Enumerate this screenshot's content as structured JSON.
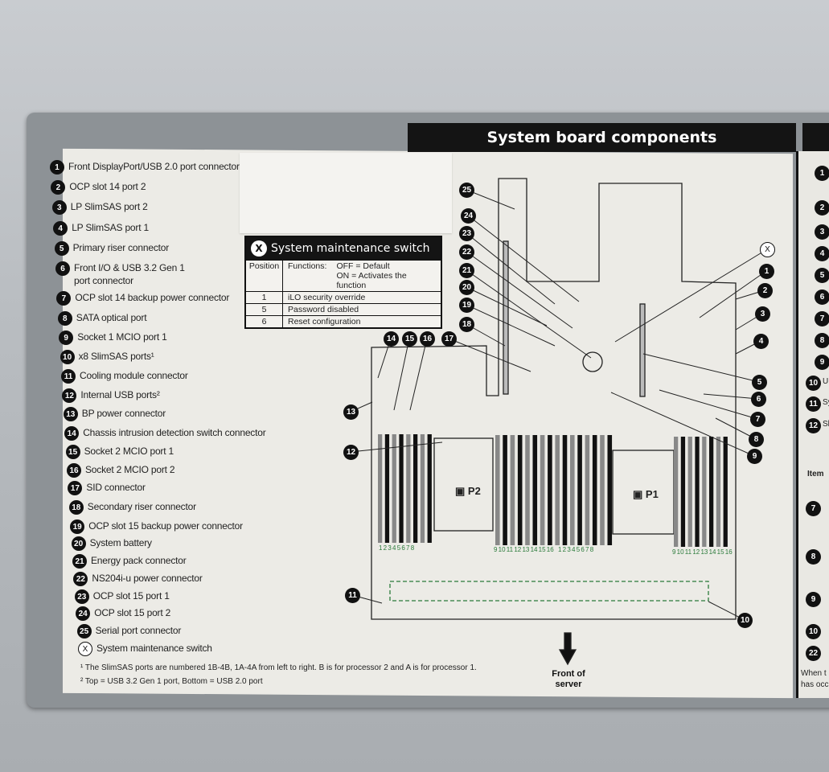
{
  "header": {
    "title": "System board components"
  },
  "legend": [
    {
      "n": "1",
      "label": "Front DisplayPort/USB 2.0 port connector"
    },
    {
      "n": "2",
      "label": "OCP slot 14 port 2"
    },
    {
      "n": "3",
      "label": "LP SlimSAS port 2"
    },
    {
      "n": "4",
      "label": "LP SlimSAS port 1"
    },
    {
      "n": "5",
      "label": "Primary riser connector"
    },
    {
      "n": "6",
      "label": "Front I/O & USB 3.2 Gen 1",
      "label2": "port connector"
    },
    {
      "n": "7",
      "label": "OCP slot 14 backup power connector"
    },
    {
      "n": "8",
      "label": "SATA optical port"
    },
    {
      "n": "9",
      "label": "Socket 1 MCIO port 1"
    },
    {
      "n": "10",
      "label": "x8 SlimSAS ports¹"
    },
    {
      "n": "11",
      "label": "Cooling module connector"
    },
    {
      "n": "12",
      "label": "Internal USB ports²"
    },
    {
      "n": "13",
      "label": "BP power connector"
    },
    {
      "n": "14",
      "label": "Chassis intrusion detection switch connector"
    },
    {
      "n": "15",
      "label": "Socket 2 MCIO port 1"
    },
    {
      "n": "16",
      "label": "Socket 2 MCIO port 2"
    },
    {
      "n": "17",
      "label": "SID connector"
    },
    {
      "n": "18",
      "label": "Secondary riser connector"
    },
    {
      "n": "19",
      "label": "OCP slot 15 backup power connector"
    },
    {
      "n": "20",
      "label": "System battery"
    },
    {
      "n": "21",
      "label": "Energy pack connector"
    },
    {
      "n": "22",
      "label": "NS204i-u power connector"
    },
    {
      "n": "23",
      "label": "OCP slot 15 port 1"
    },
    {
      "n": "24",
      "label": "OCP slot 15 port 2"
    },
    {
      "n": "25",
      "label": "Serial port connector"
    },
    {
      "n": "X",
      "label": "System maintenance switch"
    }
  ],
  "footnotes": [
    "¹ The SlimSAS ports are numbered 1B-4B, 1A-4A from left to right. B is for processor 2 and A is for processor 1.",
    "² Top = USB 3.2 Gen 1 port, Bottom = USB 2.0 port"
  ],
  "switch_table": {
    "icon": "X",
    "title": "System maintenance switch",
    "col_position": "Position",
    "col_functions": "Functions:",
    "off": "OFF = Default",
    "on": "ON = Activates the function",
    "rows": [
      {
        "pos": "1",
        "func": "iLO security override"
      },
      {
        "pos": "5",
        "func": "Password disabled"
      },
      {
        "pos": "6",
        "func": "Reset configuration"
      }
    ]
  },
  "diagram": {
    "p1": "P1",
    "p2": "P2",
    "dimm_p2_left": "1 2 3 4 5 6 7 8",
    "dimm_p2_right": "9 10 11 12 13 14 15 16",
    "dimm_p1_left": "1 2 3 4 5 6 7 8",
    "dimm_p1_right": "9 10 11 12 13 14 15 16",
    "front_label": "Front of server"
  },
  "right_panel": {
    "numbers": [
      "1",
      "2",
      "3",
      "4",
      "5",
      "6",
      "7",
      "8",
      "9",
      "10",
      "11",
      "12"
    ],
    "fragments": [
      "U",
      "Sy",
      "Sl"
    ],
    "table_header": "Item",
    "table_items": [
      "7",
      "8",
      "9",
      "10",
      "22"
    ],
    "note": "When t",
    "note2": "has occ"
  },
  "colors": {
    "dimm_label": "#2a7a3a",
    "badge": "#111111",
    "label_bg": "#ecebe6"
  }
}
